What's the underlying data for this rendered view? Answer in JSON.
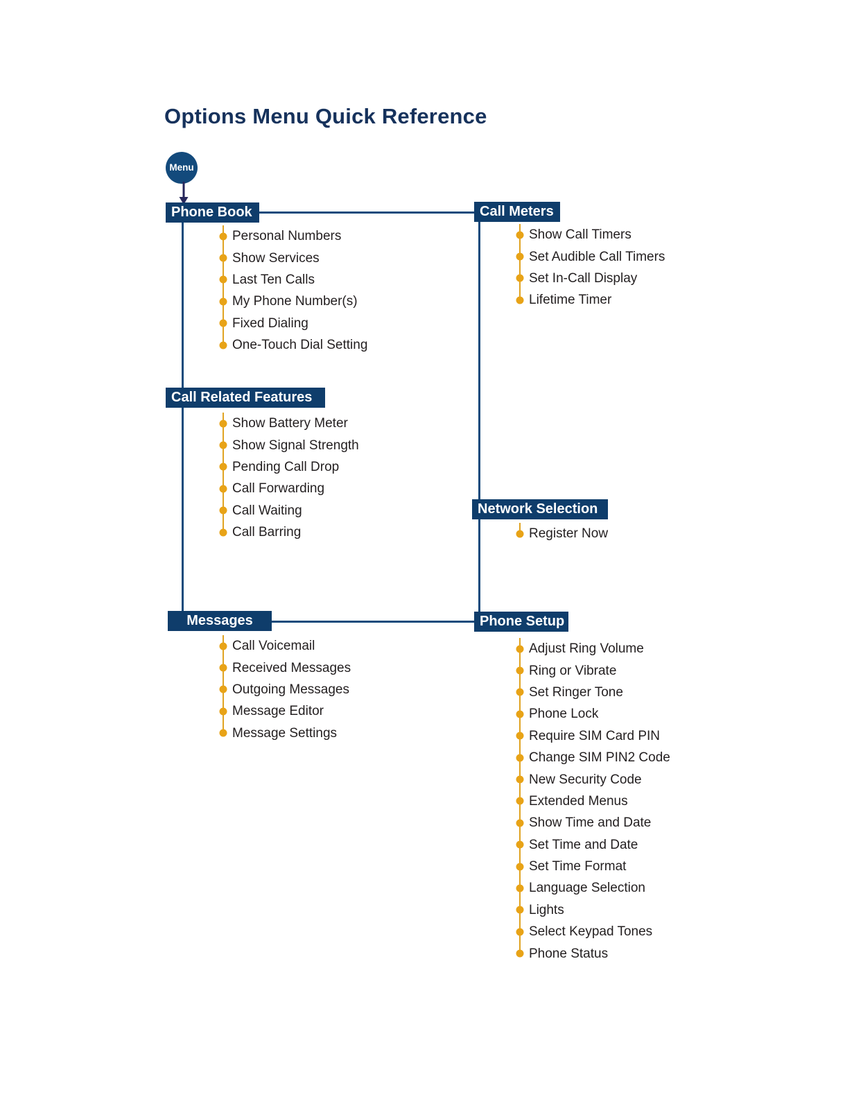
{
  "document": {
    "title": "Options Menu Quick Reference",
    "start_node_label": "Menu"
  },
  "colors": {
    "box_fill": "#0f3d6b",
    "box_text": "#ffffff",
    "title_text": "#16325c",
    "connector_navy": "#134a7c",
    "bullet_amber": "#e8a317",
    "item_text": "#231f20",
    "background": "#ffffff"
  },
  "sections": [
    {
      "id": "phone-book",
      "label": "Phone Book",
      "column": "left",
      "items": [
        "Personal Numbers",
        "Show Services",
        "Last Ten Calls",
        "My Phone Number(s)",
        "Fixed Dialing",
        "One-Touch Dial Setting"
      ]
    },
    {
      "id": "call-related-features",
      "label": "Call Related Features",
      "column": "left",
      "items": [
        "Show Battery Meter",
        "Show Signal Strength",
        "Pending Call Drop",
        "Call Forwarding",
        "Call Waiting",
        "Call Barring"
      ]
    },
    {
      "id": "messages",
      "label": "Messages",
      "column": "left",
      "items": [
        "Call Voicemail",
        "Received Messages",
        "Outgoing Messages",
        "Message Editor",
        "Message Settings"
      ]
    },
    {
      "id": "call-meters",
      "label": "Call Meters",
      "column": "right",
      "items": [
        "Show Call Timers",
        "Set Audible Call Timers",
        "Set In-Call Display",
        "Lifetime Timer"
      ]
    },
    {
      "id": "network-selection",
      "label": "Network Selection",
      "column": "right",
      "items": [
        "Register Now"
      ]
    },
    {
      "id": "phone-setup",
      "label": "Phone Setup",
      "column": "right",
      "items": [
        "Adjust Ring Volume",
        "Ring or Vibrate",
        "Set Ringer Tone",
        "Phone Lock",
        "Require SIM Card PIN",
        "Change SIM PIN2 Code",
        "New Security Code",
        "Extended Menus",
        "Show Time and Date",
        "Set Time and Date",
        "Set Time Format",
        "Language Selection",
        "Lights",
        "Select Keypad Tones",
        "Phone Status"
      ]
    }
  ]
}
